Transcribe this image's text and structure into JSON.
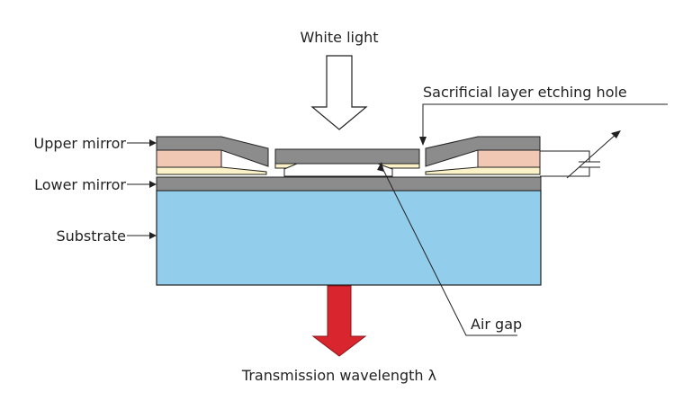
{
  "labels": {
    "white_light": "White light",
    "etching_hole": "Sacrificial layer etching hole",
    "upper_mirror": "Upper mirror",
    "lower_mirror": "Lower mirror",
    "substrate": "Substrate",
    "air_gap": "Air gap",
    "transmission": "Transmission wavelength λ"
  },
  "colors": {
    "substrate": "#93cdec",
    "mirror": "#8c8c8c",
    "spacer": "#f0c8b4",
    "sacrificial_layer": "#fbf3c7",
    "output_arrow": "#d9262e",
    "line": "#222222"
  }
}
